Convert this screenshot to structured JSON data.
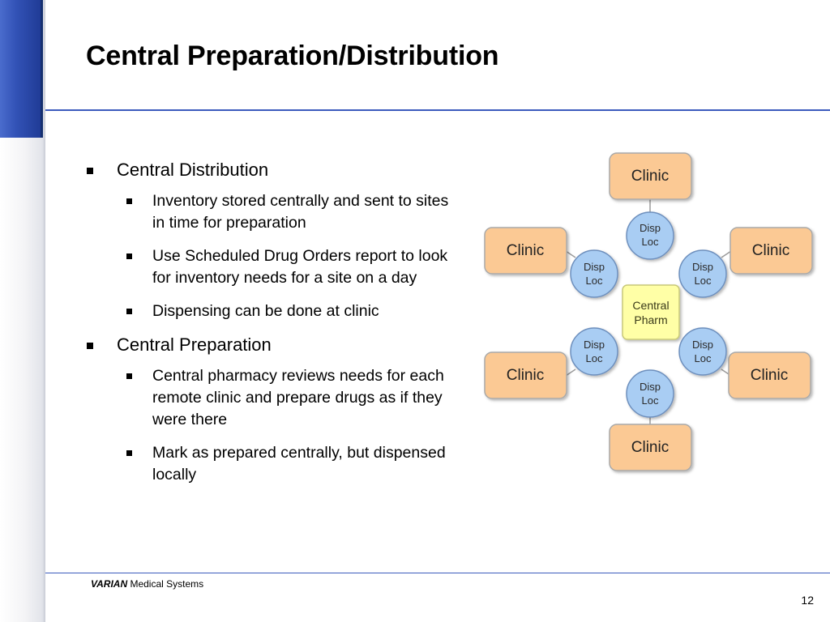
{
  "slide": {
    "title": "Central Preparation/Distribution",
    "bullets": [
      {
        "text": "Central Distribution",
        "sub": [
          {
            "text": "Inventory stored centrally and sent to sites in time for preparation"
          },
          {
            "text": "Use Scheduled Drug Orders report to look for inventory needs for a site on a day"
          },
          {
            "text": "Dispensing can be done at clinic"
          }
        ]
      },
      {
        "text": "Central Preparation",
        "sub": [
          {
            "text": "Central pharmacy reviews needs for each remote clinic and prepare drugs as if they were there"
          },
          {
            "text": "Mark as prepared centrally, but dispensed locally"
          }
        ]
      }
    ]
  },
  "diagram": {
    "center": {
      "line1": "Central",
      "line2": "Pharm"
    },
    "clinic_label": "Clinic",
    "disp_line1": "Disp",
    "disp_line2": "Loc",
    "colors": {
      "clinic_fill": "#fbc994",
      "clinic_stroke": "#a9a9a9",
      "disp_fill": "#a9cdf3",
      "disp_stroke": "#6d8fbd",
      "center_fill": "#ffffa6",
      "center_stroke": "#c8c878",
      "connector": "#9a9a9a"
    }
  },
  "footer": {
    "brand_bold": "VARIAN",
    "brand_rest": " Medical Systems",
    "page_number": "12"
  }
}
